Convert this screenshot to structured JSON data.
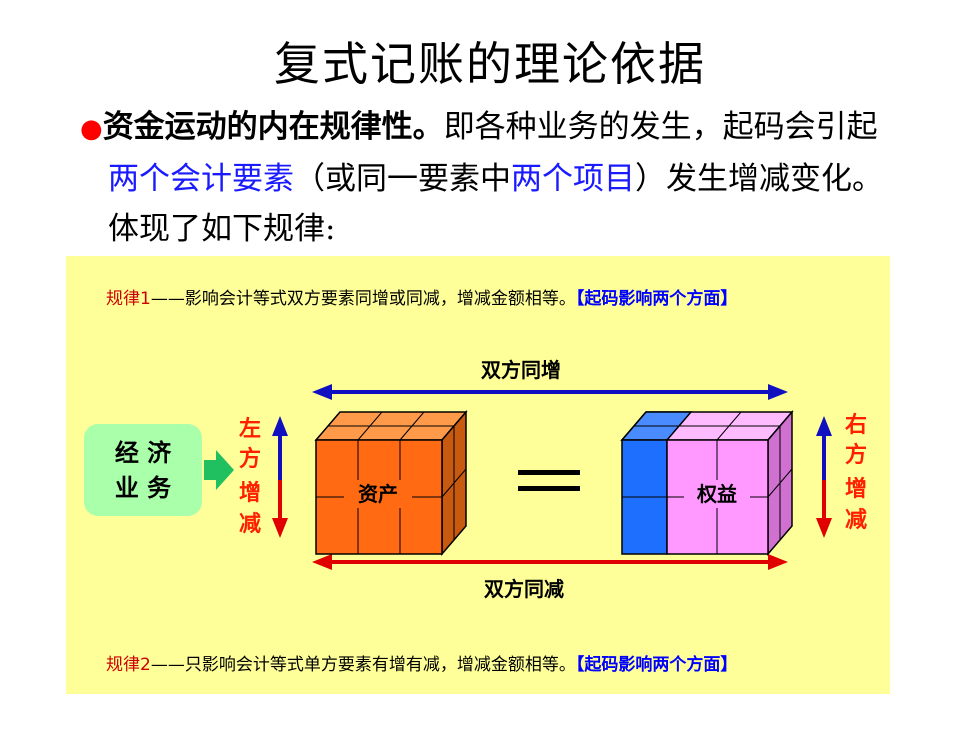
{
  "title": "复式记账的理论依据",
  "paragraph": {
    "bullet": "●",
    "bold_lead": "资金运动的内在规律性。",
    "rest_line1": "即各种业务的发生，起码会引起",
    "blue1": "两个会计要素",
    "mid1": "（或同一要素中",
    "blue2": "两个项目",
    "mid2": "）发生增减变化。",
    "line3": "体现了如下规律:"
  },
  "diagram": {
    "rule1": {
      "prefix": "规律1",
      "text": "——影响会计等式双方要素同增或同减，增减金额相等。",
      "tag": "【起码影响两个方面】"
    },
    "rule2": {
      "prefix": "规律2",
      "text": "——只影响会计等式单方要素有增有减，增减金额相等。",
      "tag": "【起码影响两个方面】"
    },
    "top_arrow_label": "双方同增",
    "bottom_arrow_label": "双方同减",
    "business_box": {
      "line1": "经 济",
      "line2": "业 务"
    },
    "left_side_label": [
      "左",
      "方",
      "增",
      "减"
    ],
    "right_side_label": [
      "右",
      "方",
      "增",
      "减"
    ],
    "asset_label": "资产",
    "equity_label": "权益",
    "colors": {
      "panel_bg": "#ffff99",
      "asset": "#ff6a13",
      "equity_pink": "#ff99ff",
      "equity_blue": "#1f6fff",
      "arrow_blue": "#1010c0",
      "arrow_red": "#e00000",
      "business_box": "#aaffaa",
      "side_label": "#ff2000"
    }
  }
}
